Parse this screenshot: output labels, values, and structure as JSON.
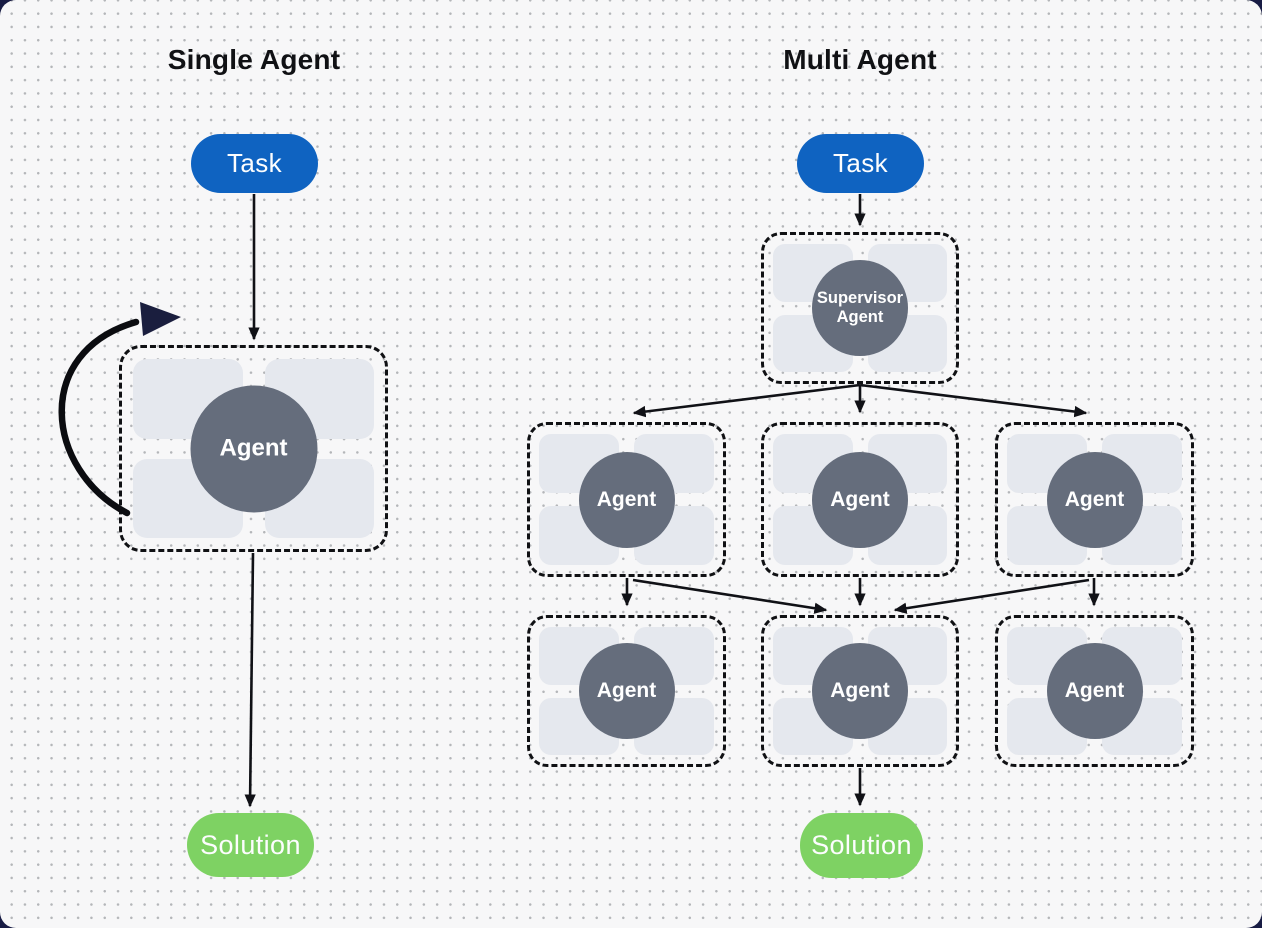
{
  "diagram": {
    "single": {
      "title": "Single Agent",
      "task_label": "Task",
      "agent_label": "Agent",
      "solution_label": "Solution"
    },
    "multi": {
      "title": "Multi Agent",
      "task_label": "Task",
      "supervisor_label": "Supervisor Agent",
      "middle_row_agents": [
        "Agent",
        "Agent",
        "Agent"
      ],
      "bottom_row_agents": [
        "Agent",
        "Agent",
        "Agent"
      ],
      "solution_label": "Solution"
    }
  },
  "colors": {
    "task_blue": "#0f63c1",
    "solution_green": "#7ed263",
    "agent_gray": "#656d7c",
    "module_gray": "#e5e8ee",
    "arrow_black": "#101116",
    "loop_navy": "#1a1e3e",
    "canvas_bg": "#f7f7f8",
    "frame_navy": "#181c44",
    "dot_gray": "#b4b6b9",
    "title_black": "#101114"
  }
}
